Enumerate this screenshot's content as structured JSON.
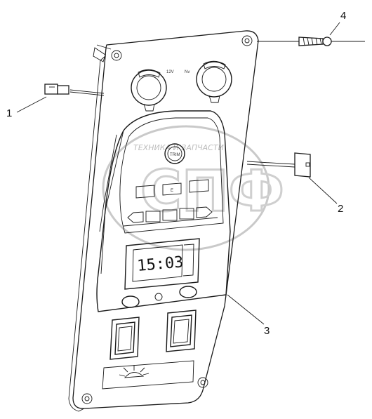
{
  "callouts": {
    "c1": "1",
    "c2": "2",
    "c3": "3",
    "c4": "4"
  },
  "panel": {
    "socket_left_label": "12V",
    "socket_right_label": "Nv",
    "clock_display": "15:03",
    "knob_label": "TRIM",
    "center_button_label": "E"
  },
  "watermark": {
    "text": "ТЕХНИКА И ЗАПЧАСТИ",
    "logo": "СПФ"
  }
}
